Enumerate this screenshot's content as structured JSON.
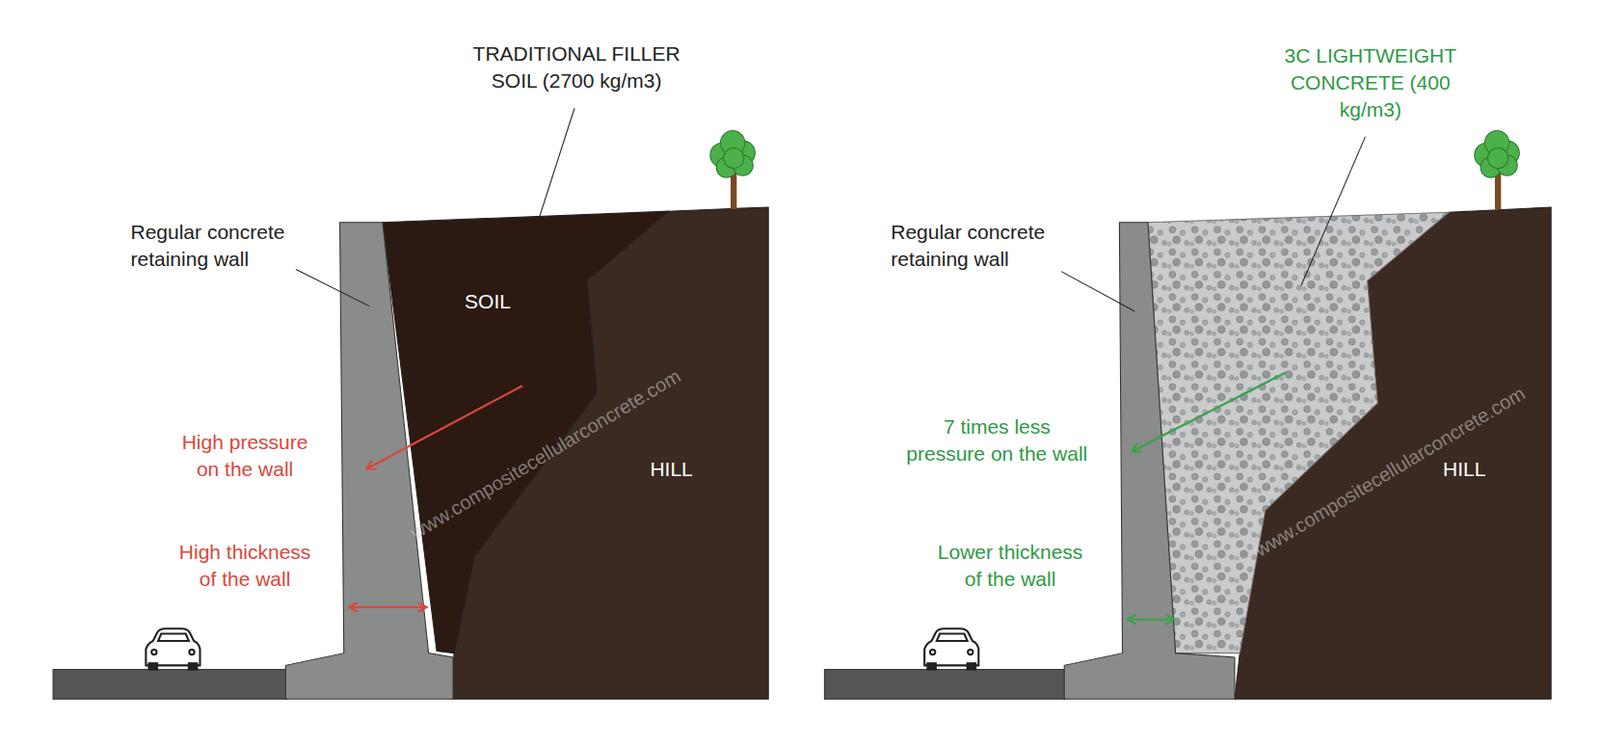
{
  "diagram": {
    "labels": [
      "TRADITIONAL FILLER SOIL (2700 kg/m3)",
      "Regular concrete retaining wall",
      "SOIL",
      "High pressure on the wall",
      "HILL",
      "High thickness of the wall",
      "www.compositecellularconcrete.com",
      "3C LIGHTWEIGHT CONCRETE (400 kg/m3)",
      "Regular concrete retaining wall",
      "7 times less pressure on the wall",
      "HILL",
      "Lower thickness of the wall",
      "www.compositecellularconcrete.com"
    ]
  }
}
